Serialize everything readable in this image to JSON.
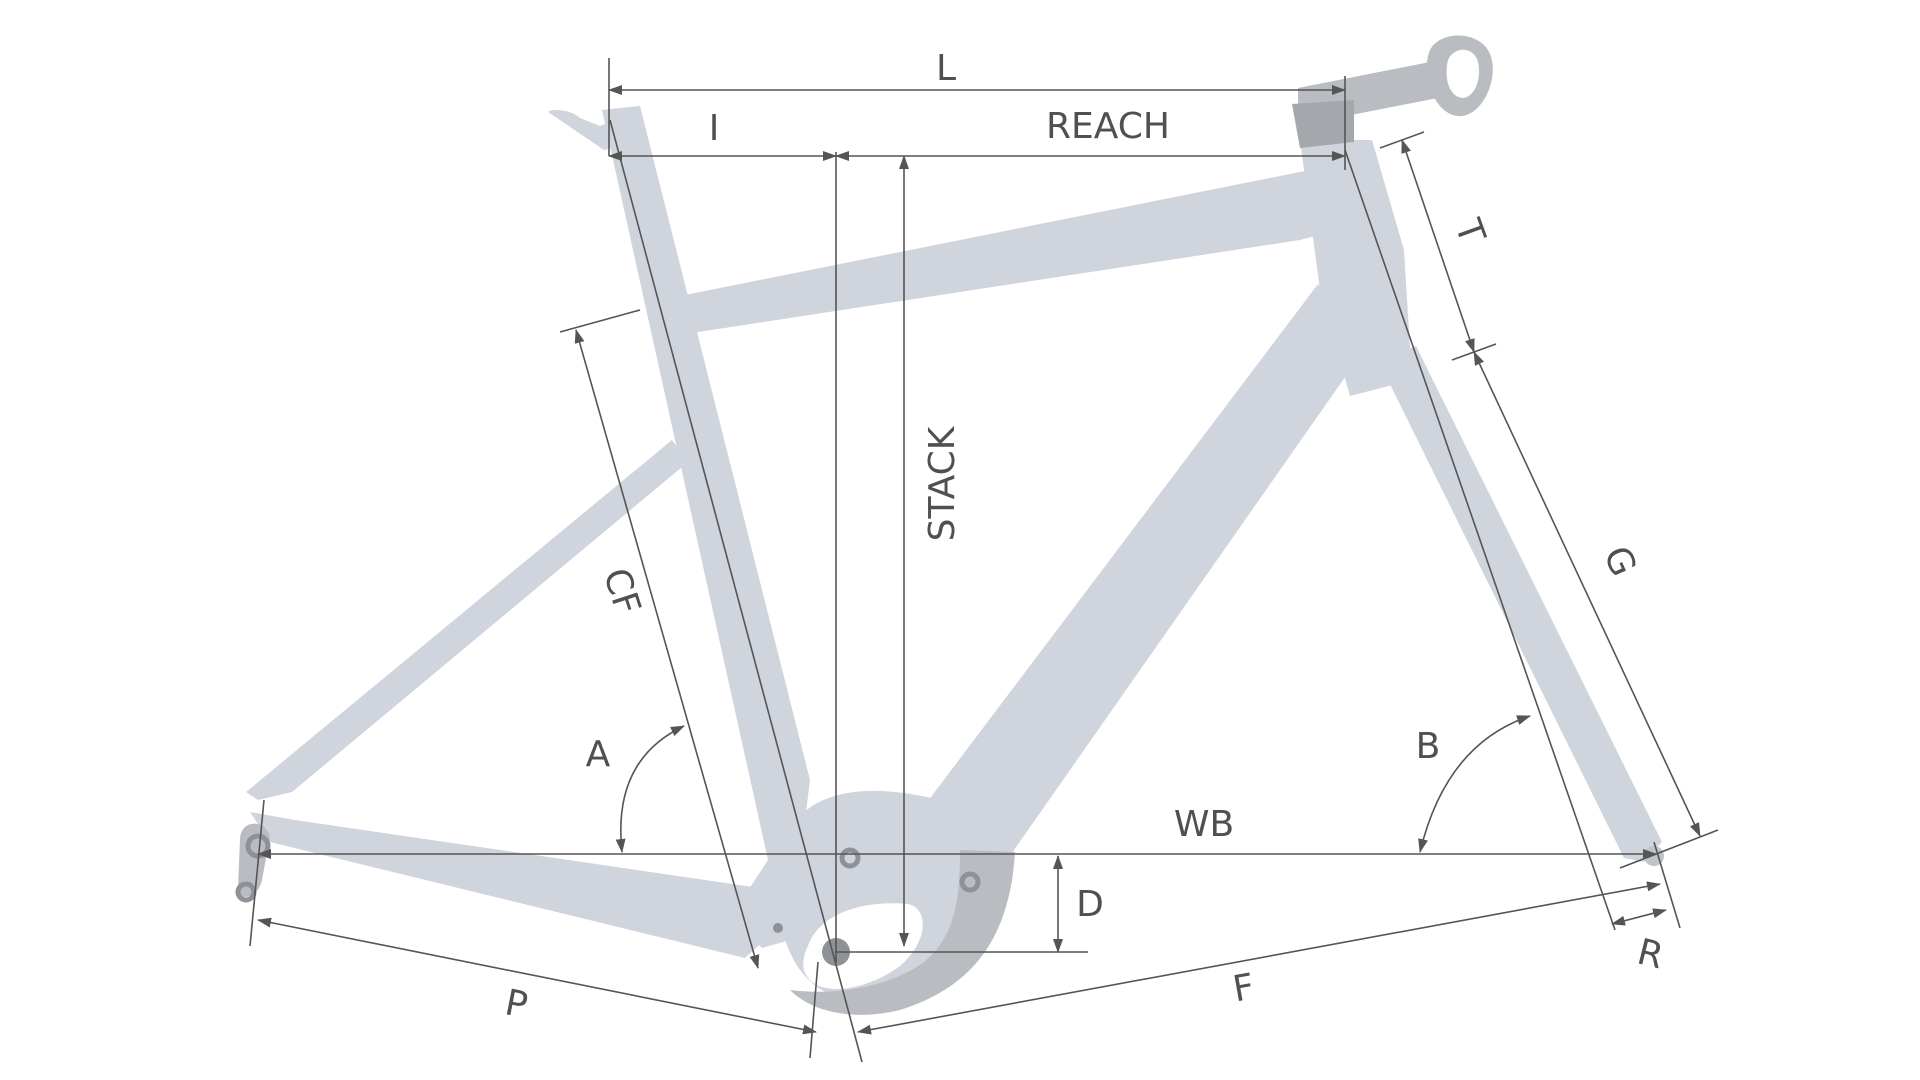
{
  "labels": {
    "L": "L",
    "I": "I",
    "REACH": "REACH",
    "T": "T",
    "STACK": "STACK",
    "CF": "CF",
    "G": "G",
    "A": "A",
    "B": "B",
    "WB": "WB",
    "D": "D",
    "R": "R",
    "P": "P",
    "F": "F"
  },
  "colors": {
    "frame": "#cfd4dd",
    "headset": "#a4a7ab",
    "stem": "#b9bcc1",
    "lines": "#555555",
    "text": "#505050"
  }
}
